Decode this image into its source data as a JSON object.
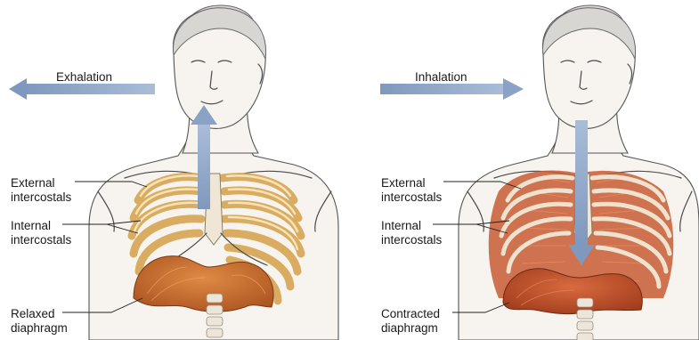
{
  "panels": {
    "left": {
      "arrow_label": "Exhalation",
      "labels": {
        "external": [
          "External",
          "intercostals"
        ],
        "internal": [
          "Internal",
          "intercostals"
        ],
        "diaphragm": [
          "Relaxed",
          "diaphragm"
        ]
      }
    },
    "right": {
      "arrow_label": "Inhalation",
      "labels": {
        "external": [
          "External",
          "intercostals"
        ],
        "internal": [
          "Internal",
          "intercostals"
        ],
        "diaphragm": [
          "Contracted",
          "diaphragm"
        ]
      }
    }
  },
  "colors": {
    "arrow": "#8fa7c8",
    "relaxed_rib": "#e9c98a",
    "contracted_muscle": "#d1643a",
    "diaphragm_relaxed": "#c9692c",
    "diaphragm_contracted": "#c04a28"
  }
}
